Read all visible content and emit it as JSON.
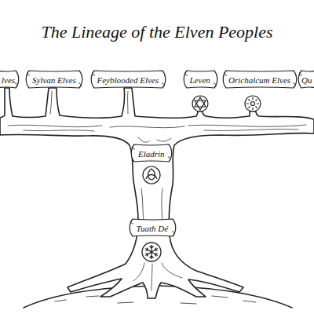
{
  "diagram": {
    "title": "The Lineage of the Elven Peoples",
    "nodes": [
      {
        "text": [
          "lves"
        ]
      },
      {
        "text": [
          "Sylvan Elves"
        ]
      },
      {
        "text": [
          "Feyblooded Elves"
        ]
      },
      {
        "text": [
          "Leven"
        ]
      },
      {
        "text": [
          "Orichalcum Elves"
        ]
      },
      {
        "text": [
          "Qu"
        ]
      },
      {
        "text": [
          "Eladrin"
        ]
      },
      {
        "text": [
          "Tuath Dé"
        ]
      }
    ]
  }
}
